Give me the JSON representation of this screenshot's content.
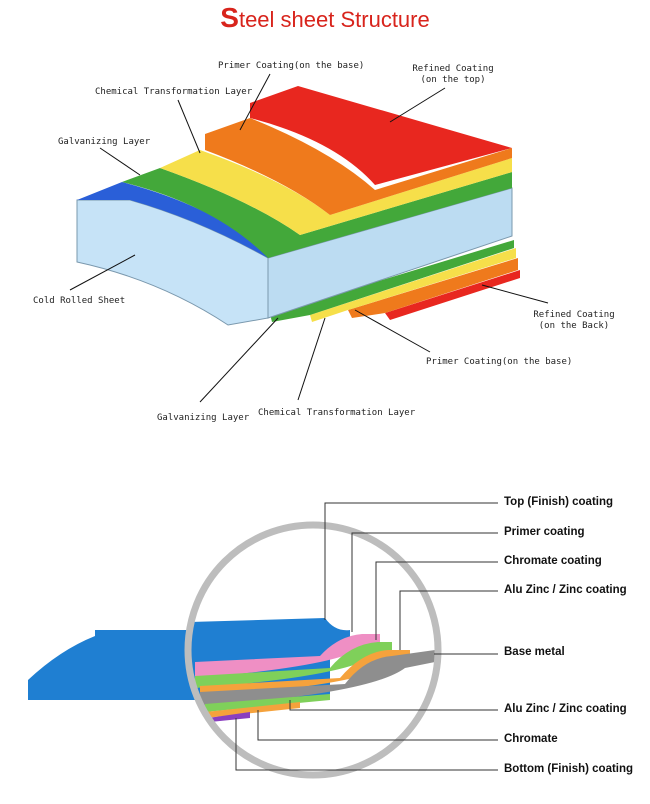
{
  "title": {
    "first_letter": "S",
    "rest": "teel sheet Structure",
    "color": "#d8241c"
  },
  "top_diagram": {
    "labels": {
      "primer_top": "Primer Coating(on the base)",
      "refined_top_1": "Refined Coating",
      "refined_top_2": "(on the top)",
      "chemical_top": "Chemical Transformation Layer",
      "galvanizing_top": "Galvanizing Layer",
      "cold_rolled": "Cold Rolled Sheet",
      "refined_back_1": "Refined Coating",
      "refined_back_2": "(on the Back)",
      "primer_bottom": "Primer Coating(on the base)",
      "galvanizing_bottom": "Galvanizing Layer",
      "chemical_bottom": "Chemical Transformation Layer"
    },
    "colors": {
      "red": "#e8271f",
      "orange": "#ef7a1c",
      "yellow": "#f6df4a",
      "green": "#43a83a",
      "blue": "#2a5fd8",
      "steel": "#c6e3f7"
    }
  },
  "bottom_diagram": {
    "labels": {
      "top_finish": "Top (Finish) coating",
      "primer": "Primer coating",
      "chromate_coating": "Chromate coating",
      "alu_zinc_top": "Alu Zinc / Zinc coating",
      "base_metal": "Base metal",
      "alu_zinc_bottom": "Alu Zinc / Zinc coating",
      "chromate": "Chromate",
      "bottom_finish": "Bottom (Finish) coating"
    },
    "colors": {
      "blue": "#1f7fd2",
      "pink": "#ef8fc4",
      "green": "#7fd05a",
      "orange": "#f5a23c",
      "grey": "#8e8e8e",
      "purple": "#8a3fc0"
    }
  }
}
